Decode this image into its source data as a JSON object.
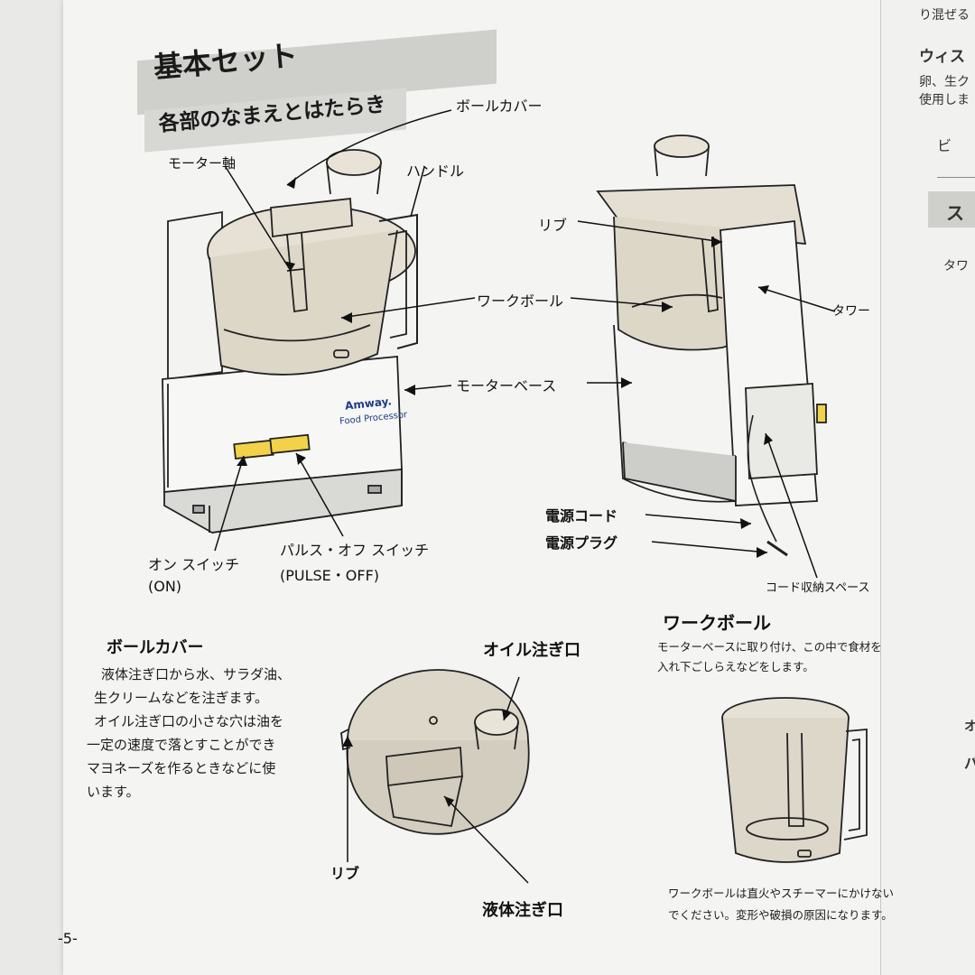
{
  "header": {
    "section_title": "基本セット",
    "subsection_title": "各部のなまえとはたらき"
  },
  "labels": {
    "bowl_cover_top": "ボールカバー",
    "motor_shaft": "モーター軸",
    "handle": "ハンドル",
    "rib_top": "リブ",
    "tower": "タワー",
    "work_bowl": "ワークボール",
    "motor_base": "モーターベース",
    "power_cord": "電源コード",
    "power_plug": "電源プラグ",
    "cord_storage": "コード収納スペース",
    "on_switch": "オン スイッチ",
    "on_switch_en": "(ON)",
    "pulse_switch": "パルス・オフ スイッチ",
    "pulse_switch_en": "(PULSE・OFF)",
    "oil_port": "オイル注ぎ口",
    "rib_bottom": "リブ",
    "liquid_port": "液体注ぎ口"
  },
  "product": {
    "brand": "Amway.",
    "model": "Food Processor"
  },
  "bowl_cover_section": {
    "heading": "ボールカバー",
    "lines": [
      "液体注ぎ口から水、サラダ油、",
      "生クリームなどを注ぎます。",
      "オイル注ぎ口の小さな穴は油を",
      "一定の速度で落とすことができ",
      "マヨネーズを作るときなどに使",
      "います。"
    ]
  },
  "work_bowl_section": {
    "heading": "ワークボール",
    "lines": [
      "モーターベースに取り付け、この中で食材を",
      "入れ下ごしらえなどをします。"
    ],
    "warning_lines": [
      "ワークボールは直火やスチーマーにかけない",
      "でください。変形や破損の原因になります。"
    ]
  },
  "page_number": "-5-",
  "right_page_fragments": {
    "line1": "り混ぜる",
    "heading": "ウィス",
    "line2": "卵、生ク",
    "line3": "使用しま",
    "line4": "ビ",
    "band": "ス",
    "tower_label": "タワ",
    "o1": "オ",
    "o2": "パ"
  },
  "colors": {
    "page": "#f4f4f2",
    "band": "#cfcfcc",
    "switch_yellow": "#f1d24a",
    "bowl_tint": "#d8d2c4"
  }
}
